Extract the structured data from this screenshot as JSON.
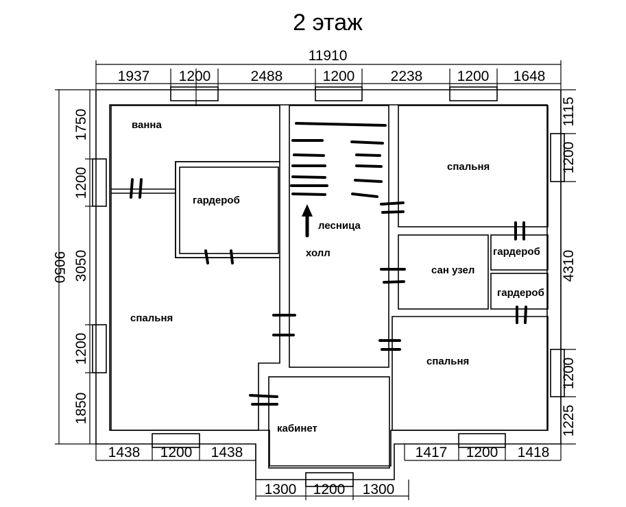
{
  "title": "2 этаж",
  "total_width": "11910",
  "top_dims": [
    "1937",
    "1200",
    "2488",
    "1200",
    "2238",
    "1200",
    "1648"
  ],
  "left_dims": [
    "1750",
    "1200",
    "3050",
    "1200",
    "1850"
  ],
  "left_total": "9050",
  "right_dims": [
    "1115",
    "1200",
    "4310",
    "1200",
    "1225"
  ],
  "bottom_left_dims": [
    "1438",
    "1200",
    "1438"
  ],
  "bottom_right_dims": [
    "1417",
    "1200",
    "1418"
  ],
  "bottom_center_dims": [
    "1300",
    "1200",
    "1300"
  ],
  "rooms": {
    "bath": "ванна",
    "wardrobe_left": "гардероб",
    "stairs": "лесница",
    "hall": "холл",
    "bedroom_left": "спальня",
    "bedroom_top_right": "спальня",
    "bathroom": "сан узел",
    "wardrobe_right_1": "гардероб",
    "wardrobe_right_2": "гардероб",
    "bedroom_bottom_right": "спальня",
    "office": "кабинет"
  }
}
